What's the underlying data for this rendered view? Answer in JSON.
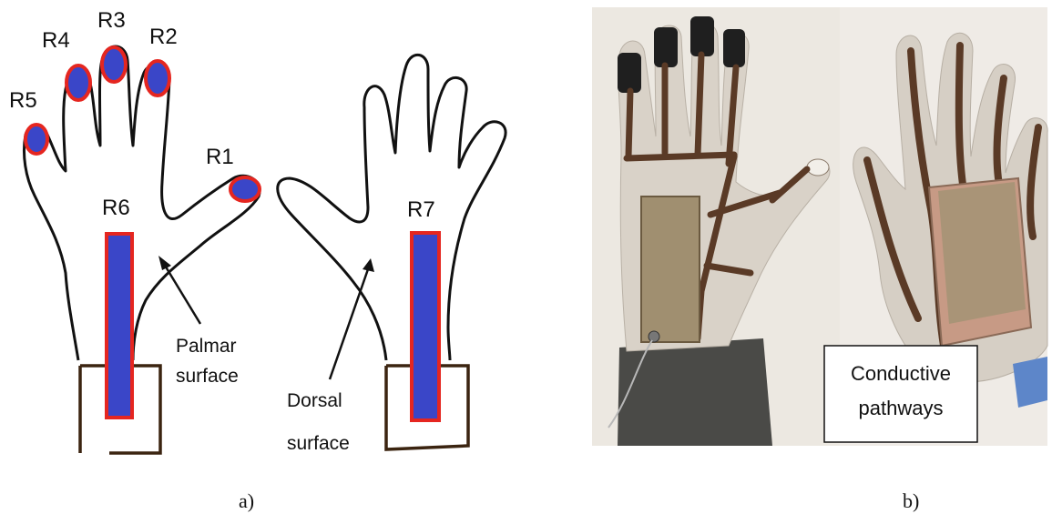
{
  "panel_a": {
    "caption": "a)",
    "regions": {
      "r1": "R1",
      "r2": "R2",
      "r3": "R3",
      "r4": "R4",
      "r5": "R5",
      "r6": "R6",
      "r7": "R7"
    },
    "palmar_line1": "Palmar",
    "palmar_line2": "surface",
    "dorsal_line1": "Dorsal",
    "dorsal_line2": "surface",
    "colors": {
      "electrode_fill": "#3a46c8",
      "electrode_border": "#e52620",
      "outline": "#111111",
      "cuff": "#3b2410"
    }
  },
  "panel_b": {
    "caption": "b)",
    "callout_line1": "Conductive",
    "callout_line2": "pathways",
    "colors": {
      "glove": "#d9d2c8",
      "pathway": "#5a3a26",
      "sleeve": "#4a4a47",
      "patch": "#a08f70"
    }
  }
}
